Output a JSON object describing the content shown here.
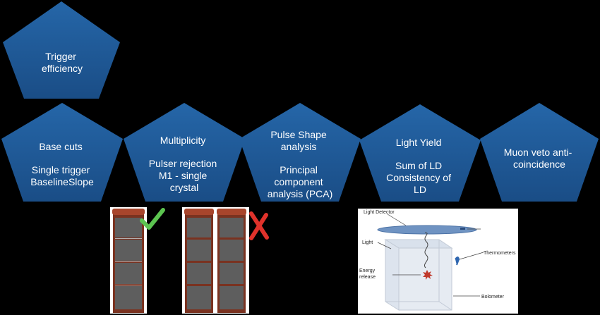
{
  "colors": {
    "background": "#000000",
    "pentagon_fill": "#1f5795",
    "pentagon_stroke": "#2e6aa8",
    "check": "#5cc450",
    "cross": "#e0322b",
    "crystal": "#5e5e5e",
    "tower_frame": "#8a3a24",
    "detector_ellipse": "#6f93c2",
    "star": "#c0392b"
  },
  "pentagons": {
    "trigger": {
      "lines": [
        "Trigger",
        "efficiency"
      ]
    },
    "base": {
      "lines": [
        "Base cuts",
        "",
        "Single trigger",
        "BaselineSlope"
      ]
    },
    "multiplicity": {
      "lines": [
        "Multiplicity",
        "",
        "Pulser rejection",
        "M1 - single",
        "crystal"
      ]
    },
    "pulse": {
      "lines": [
        "Pulse Shape",
        "analysis",
        "",
        "Principal",
        "component",
        "analysis (PCA)"
      ]
    },
    "light": {
      "lines": [
        "Light Yield",
        "",
        "Sum of LD",
        "Consistency of",
        "LD"
      ]
    },
    "muon": {
      "lines": [
        "Muon veto anti-",
        "coincidence"
      ]
    }
  },
  "figure": {
    "light_detector": "Light Detector",
    "light": "Light",
    "energy": "Energy",
    "release": "release",
    "thermometers": "Thermometers",
    "bolometer": "Bolometer"
  },
  "icons": {
    "check": "check-mark-icon",
    "cross": "cross-mark-icon"
  }
}
